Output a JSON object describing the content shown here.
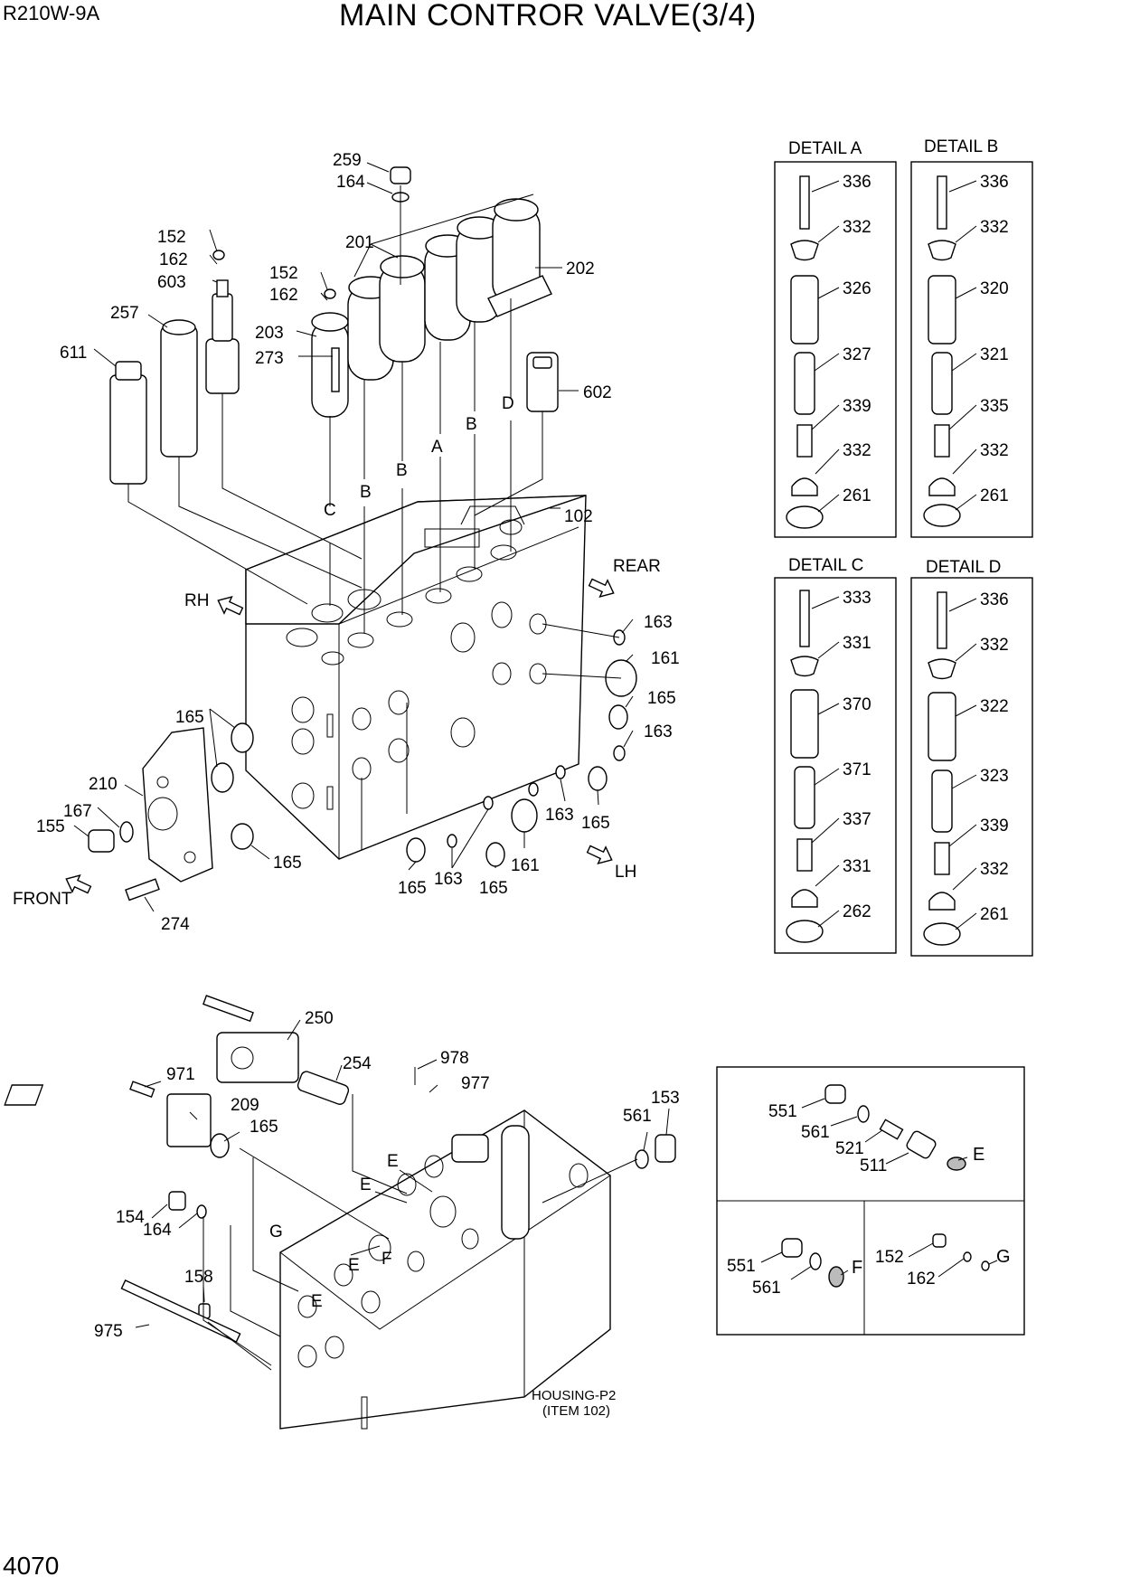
{
  "header": {
    "model": "R210W-9A",
    "title": "MAIN CONTROR VALVE(3/4)"
  },
  "footer": {
    "page_number": "4070"
  },
  "upper_assembly": {
    "part_labels": {
      "p259": "259",
      "p164a": "164",
      "p201": "201",
      "p202": "202",
      "p152a": "152",
      "p162a": "162",
      "p603": "603",
      "p152b": "152",
      "p162b": "162",
      "p257": "257",
      "p611": "611",
      "p203": "203",
      "p273": "273",
      "p602": "602",
      "p102": "102",
      "p163a": "163",
      "p161a": "161",
      "p165a": "165",
      "p163b": "163",
      "p165b": "165",
      "p210": "210",
      "p167": "167",
      "p155": "155",
      "p163c": "163",
      "p165c": "165",
      "p165d": "165",
      "p163d": "163",
      "p165e": "165",
      "p161b": "161",
      "p165f": "165",
      "p274": "274"
    },
    "detail_letters": {
      "d1": "D",
      "b1": "B",
      "a1": "A",
      "b2": "B",
      "b3": "B",
      "c1": "C"
    },
    "directions": {
      "rh": "RH",
      "rear": "REAR",
      "lh": "LH",
      "front": "FRONT"
    }
  },
  "details": {
    "a": {
      "title": "DETAIL A",
      "parts": [
        "336",
        "332",
        "326",
        "327",
        "339",
        "332",
        "261"
      ]
    },
    "b": {
      "title": "DETAIL B",
      "parts": [
        "336",
        "332",
        "320",
        "321",
        "335",
        "332",
        "261"
      ]
    },
    "c": {
      "title": "DETAIL C",
      "parts": [
        "333",
        "331",
        "370",
        "371",
        "337",
        "331",
        "262"
      ]
    },
    "d": {
      "title": "DETAIL D",
      "parts": [
        "336",
        "332",
        "322",
        "323",
        "339",
        "332",
        "261"
      ]
    }
  },
  "lower_assembly": {
    "part_labels": {
      "p250": "250",
      "p254": "254",
      "p978": "978",
      "p977": "977",
      "p971": "971",
      "p209": "209",
      "p165": "165",
      "p561": "561",
      "p153": "153",
      "p154": "154",
      "p164": "164",
      "p158": "158",
      "p975": "975"
    },
    "port_letters": {
      "e1": "E",
      "e2": "E",
      "g1": "G",
      "e3": "E",
      "f1": "F",
      "e4": "E"
    },
    "housing_note": {
      "line1": "HOUSING-P2",
      "line2": "(ITEM 102)"
    }
  },
  "plug_details": {
    "e": {
      "p551": "551",
      "p561": "561",
      "p521": "521",
      "p511": "511",
      "letter": "E"
    },
    "f": {
      "p551": "551",
      "p561": "561",
      "letter": "F"
    },
    "g": {
      "p152": "152",
      "p162": "162",
      "letter": "G"
    }
  }
}
